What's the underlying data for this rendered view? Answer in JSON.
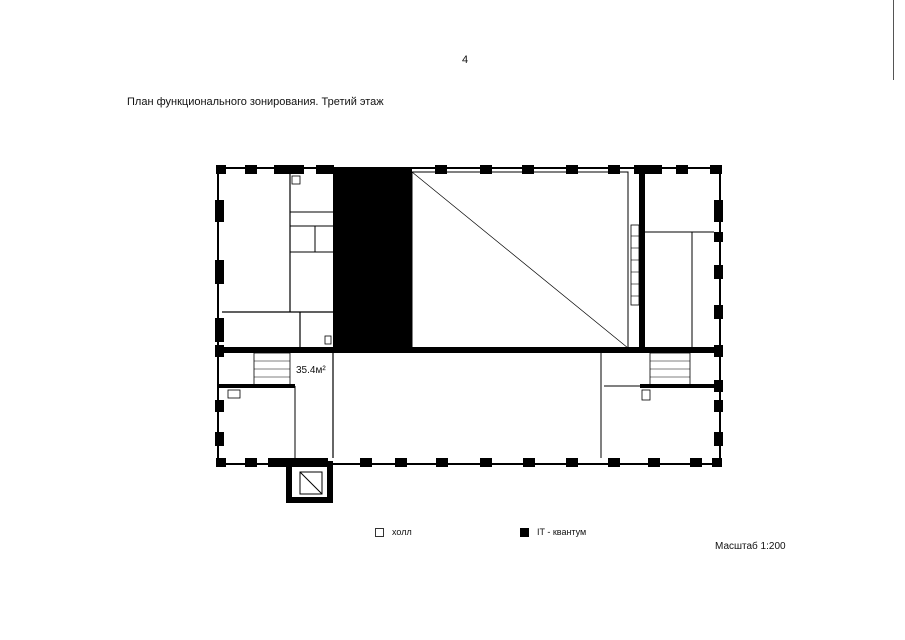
{
  "page_number": "4",
  "title": "План функционального зонирования. Третий этаж",
  "room_area": "35.4м²",
  "legend": [
    {
      "label": "холл",
      "color": "#ffffff"
    },
    {
      "label": "IT - квантум",
      "color": "#000000"
    }
  ],
  "scale": "Масштаб 1:200"
}
